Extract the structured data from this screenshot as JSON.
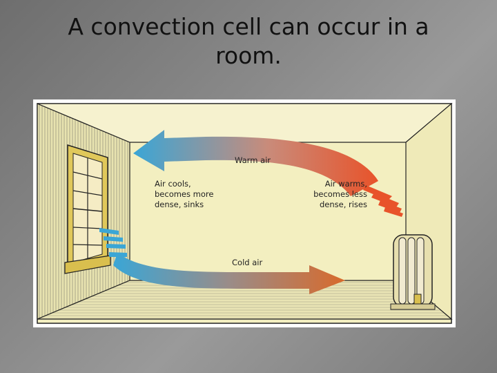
{
  "slide": {
    "title_line1": "A convection cell can occur in a",
    "title_line2": "room."
  },
  "diagram": {
    "warm_air_label": "Warm air",
    "cold_air_label": "Cold air",
    "left_label_line1": "Air cools,",
    "left_label_line2": "becomes more",
    "left_label_line3": "dense, sinks",
    "right_label_line1": "Air warms,",
    "right_label_line2": "becomes less",
    "right_label_line3": "dense, rises"
  },
  "colors": {
    "warm": "#e8532a",
    "cold": "#3aa6d6",
    "wall": "#f3efc0",
    "window_frame": "#e0c85a"
  }
}
